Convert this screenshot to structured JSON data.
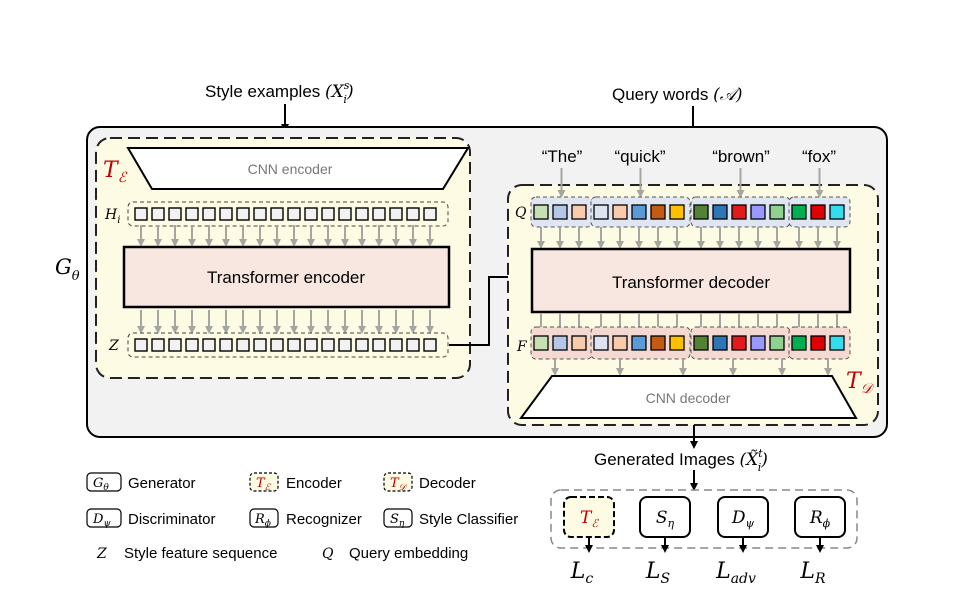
{
  "title_style": "Style examples",
  "title_style_math": "(X",
  "title_style_sub": "i",
  "title_style_sup": "s",
  "title_style_close": ")",
  "title_query": "Query words",
  "title_query_math": "(𝒜)",
  "g_theta": "G",
  "g_theta_sub": "θ",
  "t_enc": "T",
  "t_enc_sub": "ℰ",
  "t_dec": "T",
  "t_dec_sub": "𝒟",
  "cnn_encoder": "CNN encoder",
  "h_label": "H",
  "h_label_sub": "i",
  "transformer_encoder": "Transformer encoder",
  "z_label": "Z",
  "query_words": [
    "“The”",
    "“quick”",
    "“brown”",
    "“fox”"
  ],
  "q_label": "Q",
  "transformer_decoder": "Transformer decoder",
  "f_label": "F",
  "cnn_decoder": "CNN decoder",
  "generated": "Generated Images",
  "generated_math": "(X̃",
  "generated_sub": "i",
  "generated_sup": "t",
  "generated_close": ")",
  "legend": {
    "generator": "Generator",
    "generator_sym": "G",
    "generator_sub": "θ",
    "encoder": "Encoder",
    "encoder_sym": "T",
    "encoder_sub": "ℰ",
    "decoder": "Decoder",
    "decoder_sym": "T",
    "decoder_sub": "𝒟",
    "discriminator": "Discriminator",
    "discriminator_sym": "D",
    "discriminator_sub": "ψ",
    "recognizer": "Recognizer",
    "recognizer_sym": "R",
    "recognizer_sub": "ϕ",
    "style_classifier": "Style Classifier",
    "style_classifier_sym": "S",
    "style_classifier_sub": "η",
    "z_sym": "Z",
    "style_feature": "Style feature sequence",
    "q_sym": "Q",
    "query_embedding": "Query embedding"
  },
  "modules": [
    {
      "sym": "T",
      "sub": "ℰ"
    },
    {
      "sym": "S",
      "sub": "η"
    },
    {
      "sym": "D",
      "sub": "ψ"
    },
    {
      "sym": "R",
      "sub": "ϕ"
    }
  ],
  "losses": [
    {
      "sym": "L",
      "sub": "c"
    },
    {
      "sym": "L",
      "sub": "S"
    },
    {
      "sym": "L",
      "sub": "adv"
    },
    {
      "sym": "L",
      "sub": "R"
    }
  ],
  "colors": {
    "panel_bg": "#f2f2f2",
    "cream": "#fdfbe4",
    "cream_border": "#222222",
    "transformer_fill": "#f8e7e0",
    "token_group": "#dfe6f2",
    "f_group": "#f4d8d2",
    "arrow_gray": "#a6a6a0",
    "red_label": "#c00000"
  },
  "query_token_colors": [
    [
      "#c6e0b4",
      "#b4c7e7",
      "#f8cbad"
    ],
    [
      "#dbe4f0",
      "#f8cbad",
      "#5b9bd5",
      "#c55a11",
      "#ffc000"
    ],
    [
      "#548235",
      "#2e75b6",
      "#e31a1c",
      "#9999ff",
      "#8fd18f"
    ],
    [
      "#00b050",
      "#e00000",
      "#33ddee"
    ]
  ]
}
